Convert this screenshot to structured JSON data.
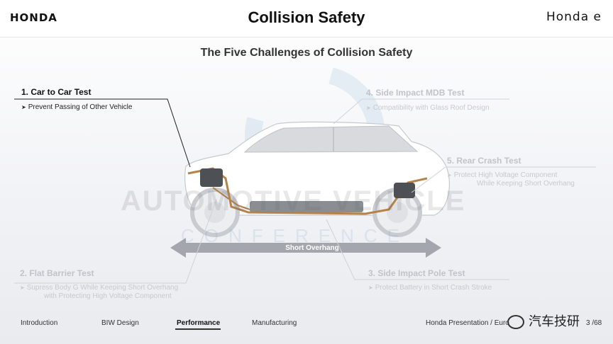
{
  "header": {
    "brand_logo": "HONDA",
    "title": "Collision Safety",
    "model_logo": "Honda e"
  },
  "subtitle": "The Five Challenges of Collision Safety",
  "watermark": {
    "line1": "AUTOMOTIVE VEHICLE",
    "line2": "CONFERENCE"
  },
  "callouts": [
    {
      "title": "1. Car to Car Test",
      "desc": [
        "Prevent Passing of Other Vehicle"
      ],
      "emphasis": "active"
    },
    {
      "title": "2. Flat Barrier Test",
      "desc": [
        "Supress Body G While Keeping Short Overhang",
        "with Protecting High Voltage Component"
      ],
      "emphasis": "faded"
    },
    {
      "title": "3. Side Impact Pole Test",
      "desc": [
        "Protect Battery in Short Crash Stroke"
      ],
      "emphasis": "faded"
    },
    {
      "title": "4. Side Impact MDB Test",
      "desc": [
        "Compatibility with Glass Roof Design"
      ],
      "emphasis": "faded"
    },
    {
      "title": "5. Rear Crash Test",
      "desc": [
        "Protect High Voltage Component",
        "While Keeping Short Overhang"
      ],
      "emphasis": "faded"
    }
  ],
  "overhang_label": "Short Overhang",
  "footer": {
    "nav": [
      "Introduction",
      "BIW Design",
      "Performance",
      "Manufacturing"
    ],
    "active_nav": "Performance",
    "presentation": "Honda Presentation /  Euro",
    "wechat_name": "汽车技研",
    "page": "3 /68"
  },
  "colors": {
    "frame": "#b5824a",
    "battery": "#8a8d92",
    "leader_line": "#222222",
    "faded_text": "#c0c3c9"
  }
}
